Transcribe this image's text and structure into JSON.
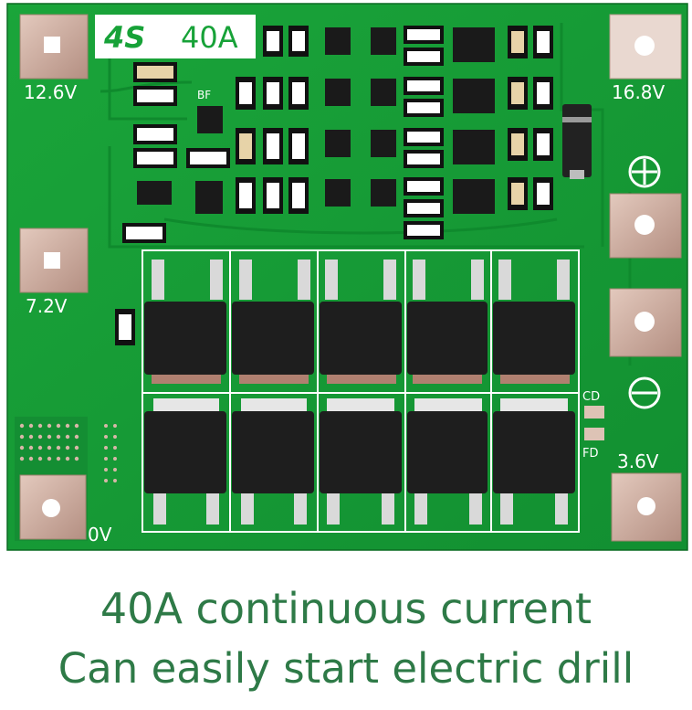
{
  "board": {
    "model_label": "4S",
    "current_label": "40A",
    "component_label": "BF",
    "pads": {
      "b1": "12.6V",
      "b2": "7.2V",
      "b3": "0V",
      "positive": "16.8V",
      "negative": "3.6V"
    },
    "markings": {
      "cd": "CD",
      "fd": "FD"
    },
    "colors": {
      "pcb": "#17a238",
      "pad": "#c9a79a",
      "chip": "#1e1e1e"
    }
  },
  "caption": {
    "line1": "40A continuous current",
    "line2": "Can easily start electric drill"
  }
}
